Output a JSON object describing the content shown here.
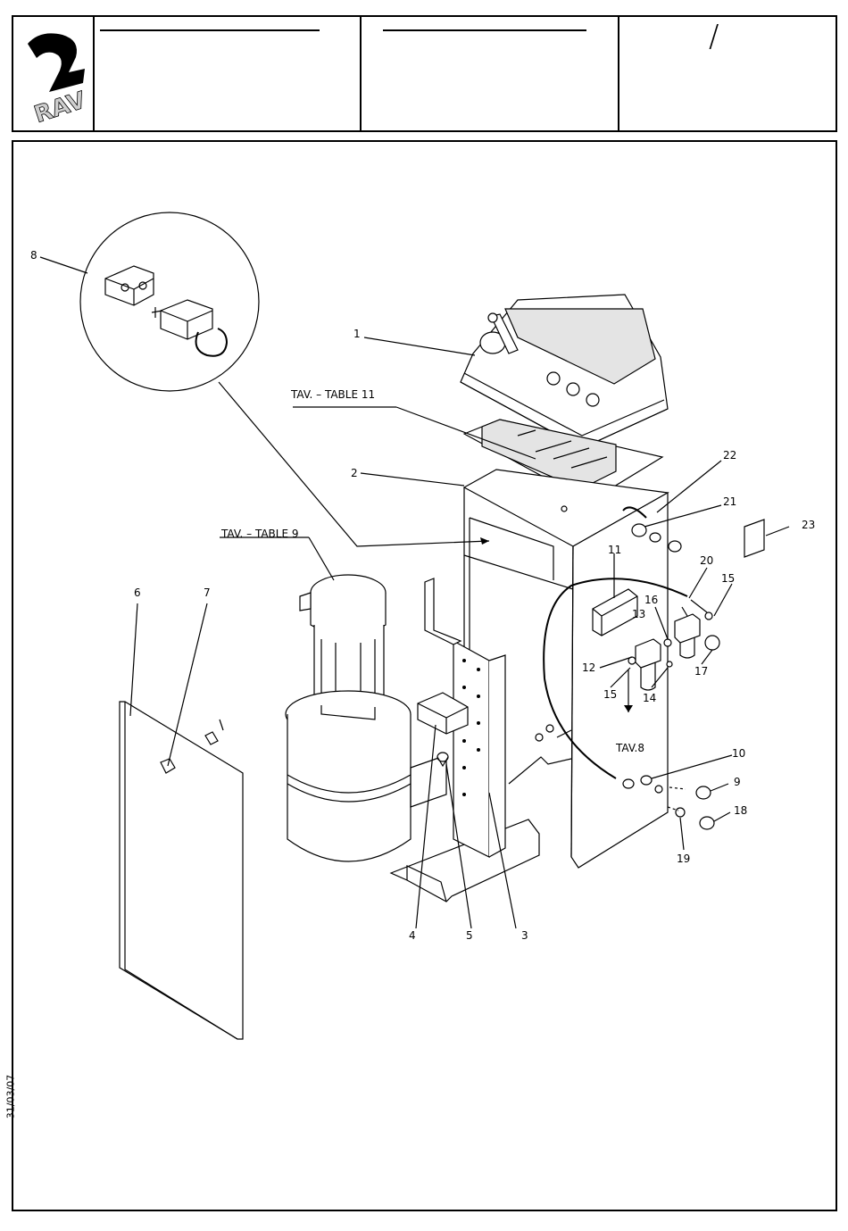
{
  "header": {
    "logo_text": "RAV",
    "title_1": "",
    "title_2": "",
    "page_number": "/"
  },
  "date_stamp": "31/03/07",
  "callouts": {
    "c1": "1",
    "c2": "2",
    "c3": "3",
    "c4": "4",
    "c5": "5",
    "c6": "6",
    "c7": "7",
    "c8": "8",
    "c9": "9",
    "c10": "10",
    "c11": "11",
    "c12": "12",
    "c13": "13",
    "c14": "14",
    "c15a": "15",
    "c15b": "15",
    "c16": "16",
    "c17": "17",
    "c18": "18",
    "c19": "19",
    "c20": "20",
    "c21": "21",
    "c22": "22",
    "c23": "23"
  },
  "references": {
    "table_11": "TAV. – TABLE 11",
    "table_9": "TAV. – TABLE 9",
    "tav_8": "TAV.8"
  }
}
